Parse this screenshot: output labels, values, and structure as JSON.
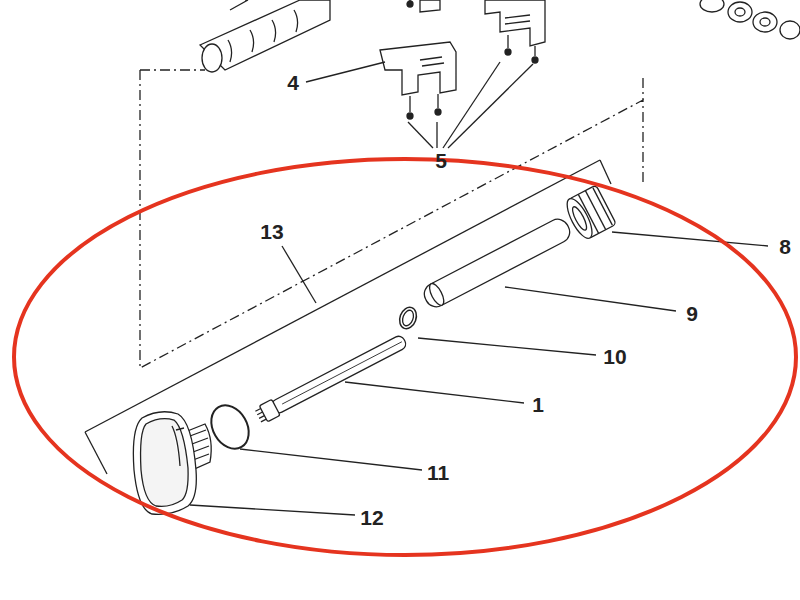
{
  "diagram": {
    "labels": [
      "4",
      "5",
      "13",
      "8",
      "9",
      "10",
      "1",
      "11",
      "12"
    ]
  }
}
